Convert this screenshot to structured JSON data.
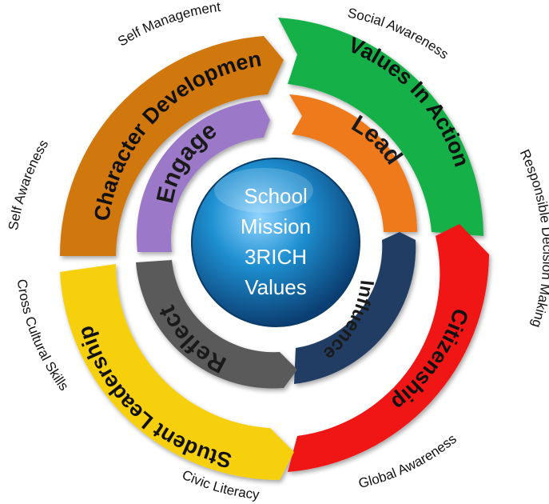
{
  "center": {
    "lines": [
      "School",
      "Mission",
      "3RICH",
      "Values"
    ],
    "color": "#1e8fd0"
  },
  "outer_ring": [
    {
      "label": "Character Development",
      "color": "#d0780a"
    },
    {
      "label": "Values In Action",
      "color": "#14b04a"
    },
    {
      "label": "Citizenship",
      "color": "#f01414"
    },
    {
      "label": "Student Leadership",
      "color": "#f6cf0a"
    }
  ],
  "inner_ring": [
    {
      "label": "Engage",
      "color": "#9b79c8"
    },
    {
      "label": "Lead",
      "color": "#ee7a1c"
    },
    {
      "label": "Influence",
      "color": "#243d63"
    },
    {
      "label": "Reflect",
      "color": "#5a5a5a"
    }
  ],
  "outer_labels": {
    "self_management": "Self Management",
    "social_awareness": "Social Awareness",
    "responsible_decision_making": "Responsible Decision Making",
    "global_awareness": "Global Awareness",
    "civic_literacy": "Civic Literacy",
    "cross_cultural_skills": "Cross Cultural Skills",
    "self_awareness": "Self Awareness"
  }
}
